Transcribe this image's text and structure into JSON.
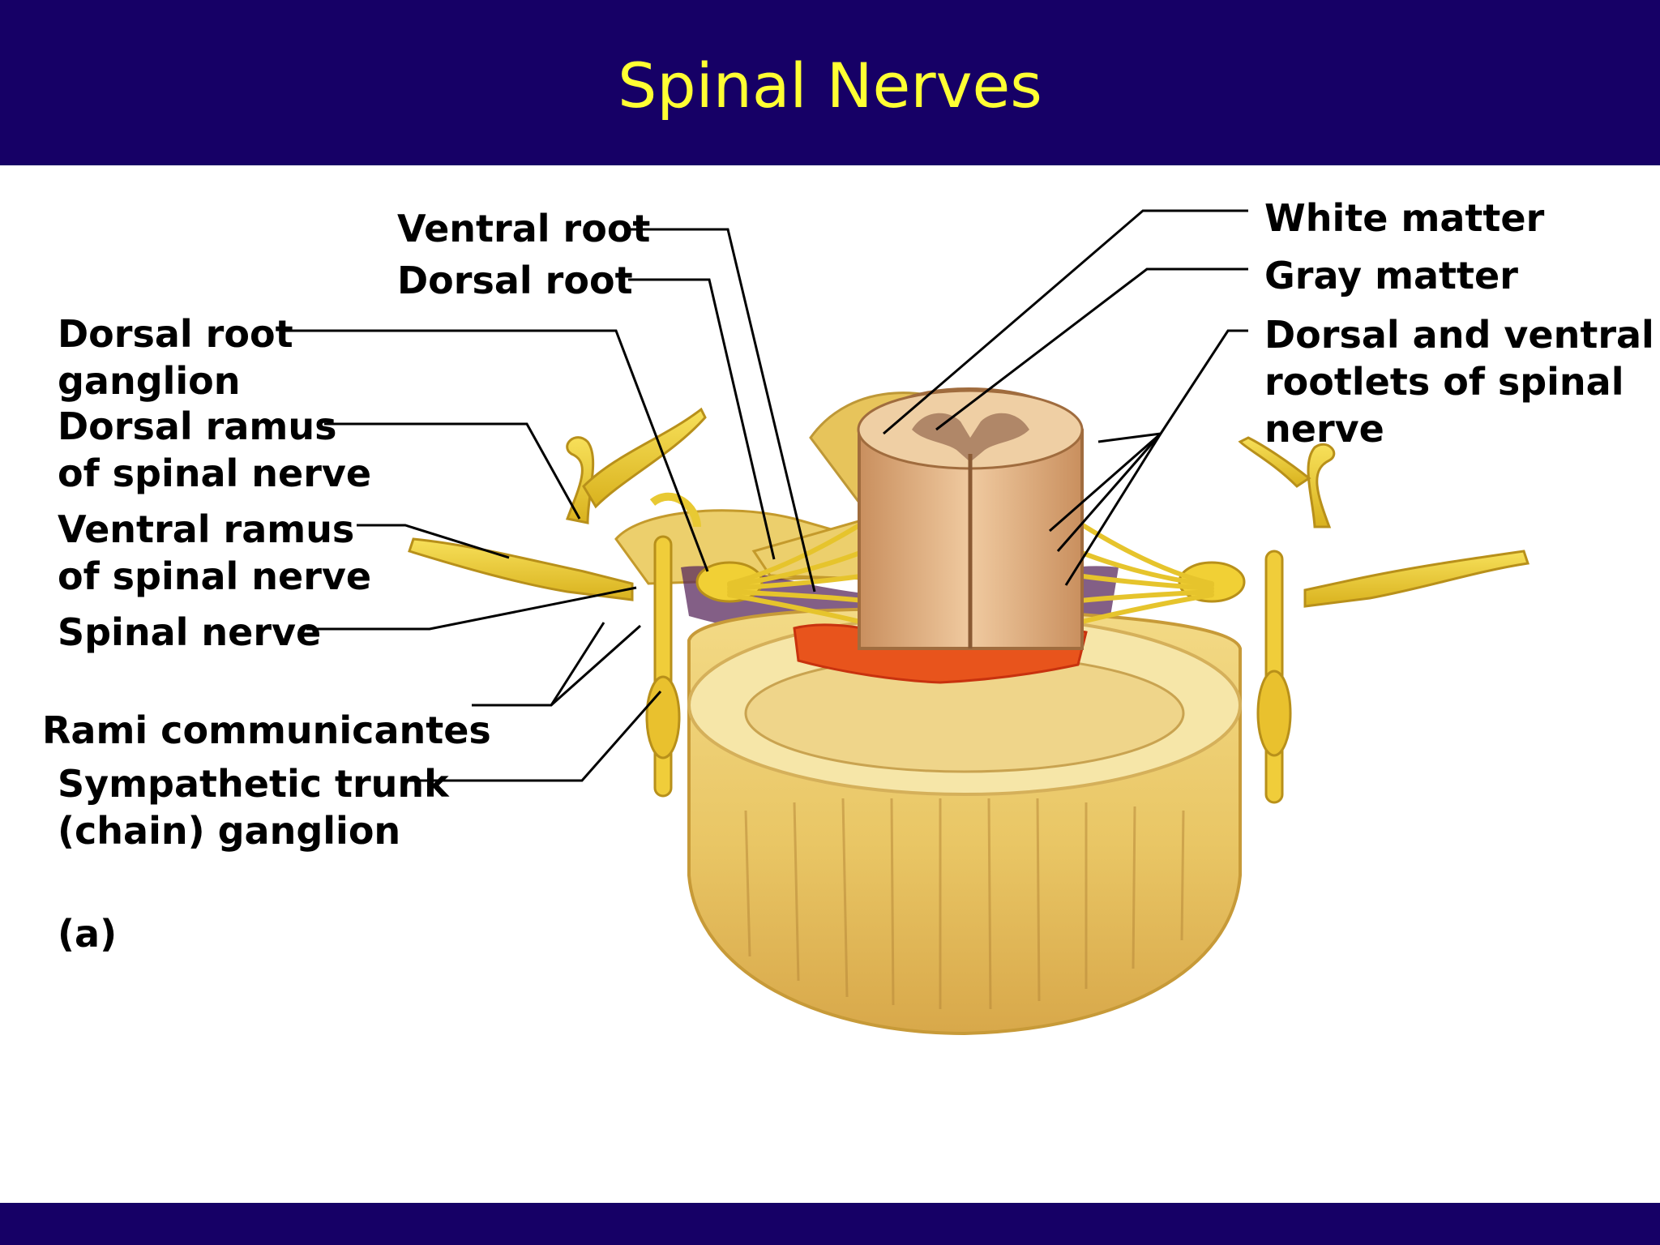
{
  "slide": {
    "title": "Spinal Nerves"
  },
  "labels": {
    "ventral_root": "Ventral root",
    "dorsal_root": "Dorsal root",
    "dorsal_root_ganglion": [
      "Dorsal root",
      "ganglion"
    ],
    "dorsal_ramus": [
      "Dorsal ramus",
      "of spinal nerve"
    ],
    "ventral_ramus": [
      "Ventral ramus",
      "of spinal nerve"
    ],
    "spinal_nerve": "Spinal nerve",
    "rami_communicantes": "Rami communicantes",
    "sympathetic_trunk_ganglion": [
      "Sympathetic trunk",
      "(chain) ganglion"
    ],
    "panel_letter": "(a)",
    "white_matter": "White matter",
    "gray_matter": "Gray matter",
    "rootlets": [
      "Dorsal and ventral",
      "rootlets of spinal",
      "nerve"
    ]
  },
  "colors": {
    "header_background": "#160066",
    "title_text": "#ffff33",
    "label_text": "#000000",
    "nerve_yellow": "#f2d22a",
    "vertebral_body": "#f0d27a",
    "spinal_cord": "#dcae7f",
    "gray_matter": "#a47a5e",
    "epidural_red": "#e8541c"
  }
}
